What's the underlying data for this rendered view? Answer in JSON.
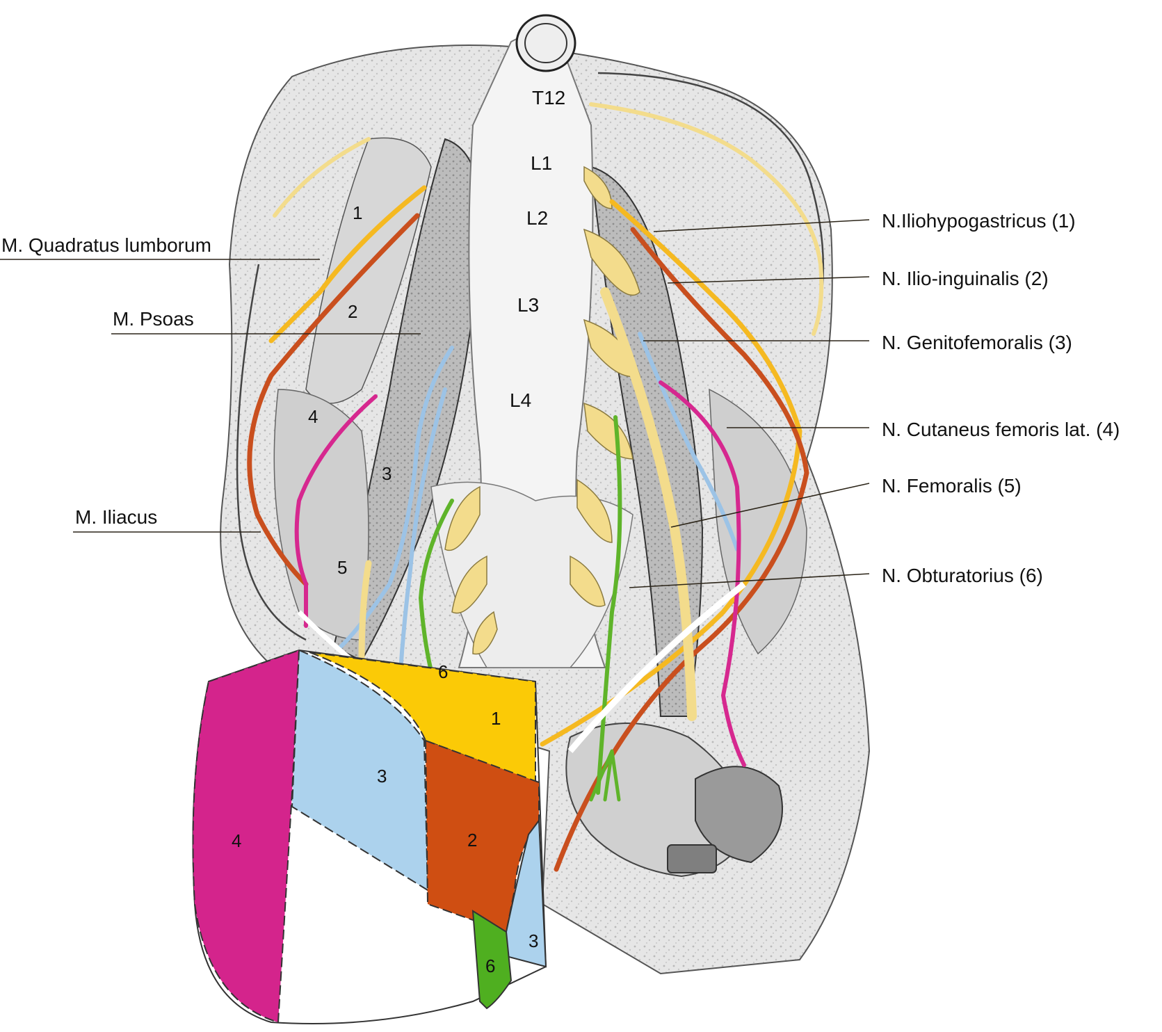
{
  "vertebrae": [
    "T12",
    "L1",
    "L2",
    "L3",
    "L4"
  ],
  "muscles": {
    "quadratus": "M. Quadratus lumborum",
    "psoas": "M. Psoas",
    "iliacus": "M. Iliacus"
  },
  "nerves": {
    "n1": "N.Iliohypogastricus (1)",
    "n2": "N. Ilio-inguinalis (2)",
    "n3": "N. Genitofemoralis (3)",
    "n4": "N. Cutaneus femoris lat. (4)",
    "n5": "N. Femoralis (5)",
    "n6": "N. Obturatorius (6)"
  },
  "numbers": {
    "one": "1",
    "two": "2",
    "three": "3",
    "four": "4",
    "five": "5",
    "six": "6"
  },
  "colors": {
    "iliohypogastricus": "#f5b921",
    "ilioinguinalis": "#c94f1e",
    "genitofemoralis": "#9cc3e6",
    "cutaneus": "#d6288f",
    "femoralis": "#f3dc8c",
    "obturatorius": "#5fb42a",
    "zone_yellow": "#fbca06",
    "zone_blue": "#acd2ed",
    "zone_orange": "#cf4e12",
    "zone_magenta": "#d4248c",
    "zone_green": "#4faf20"
  }
}
